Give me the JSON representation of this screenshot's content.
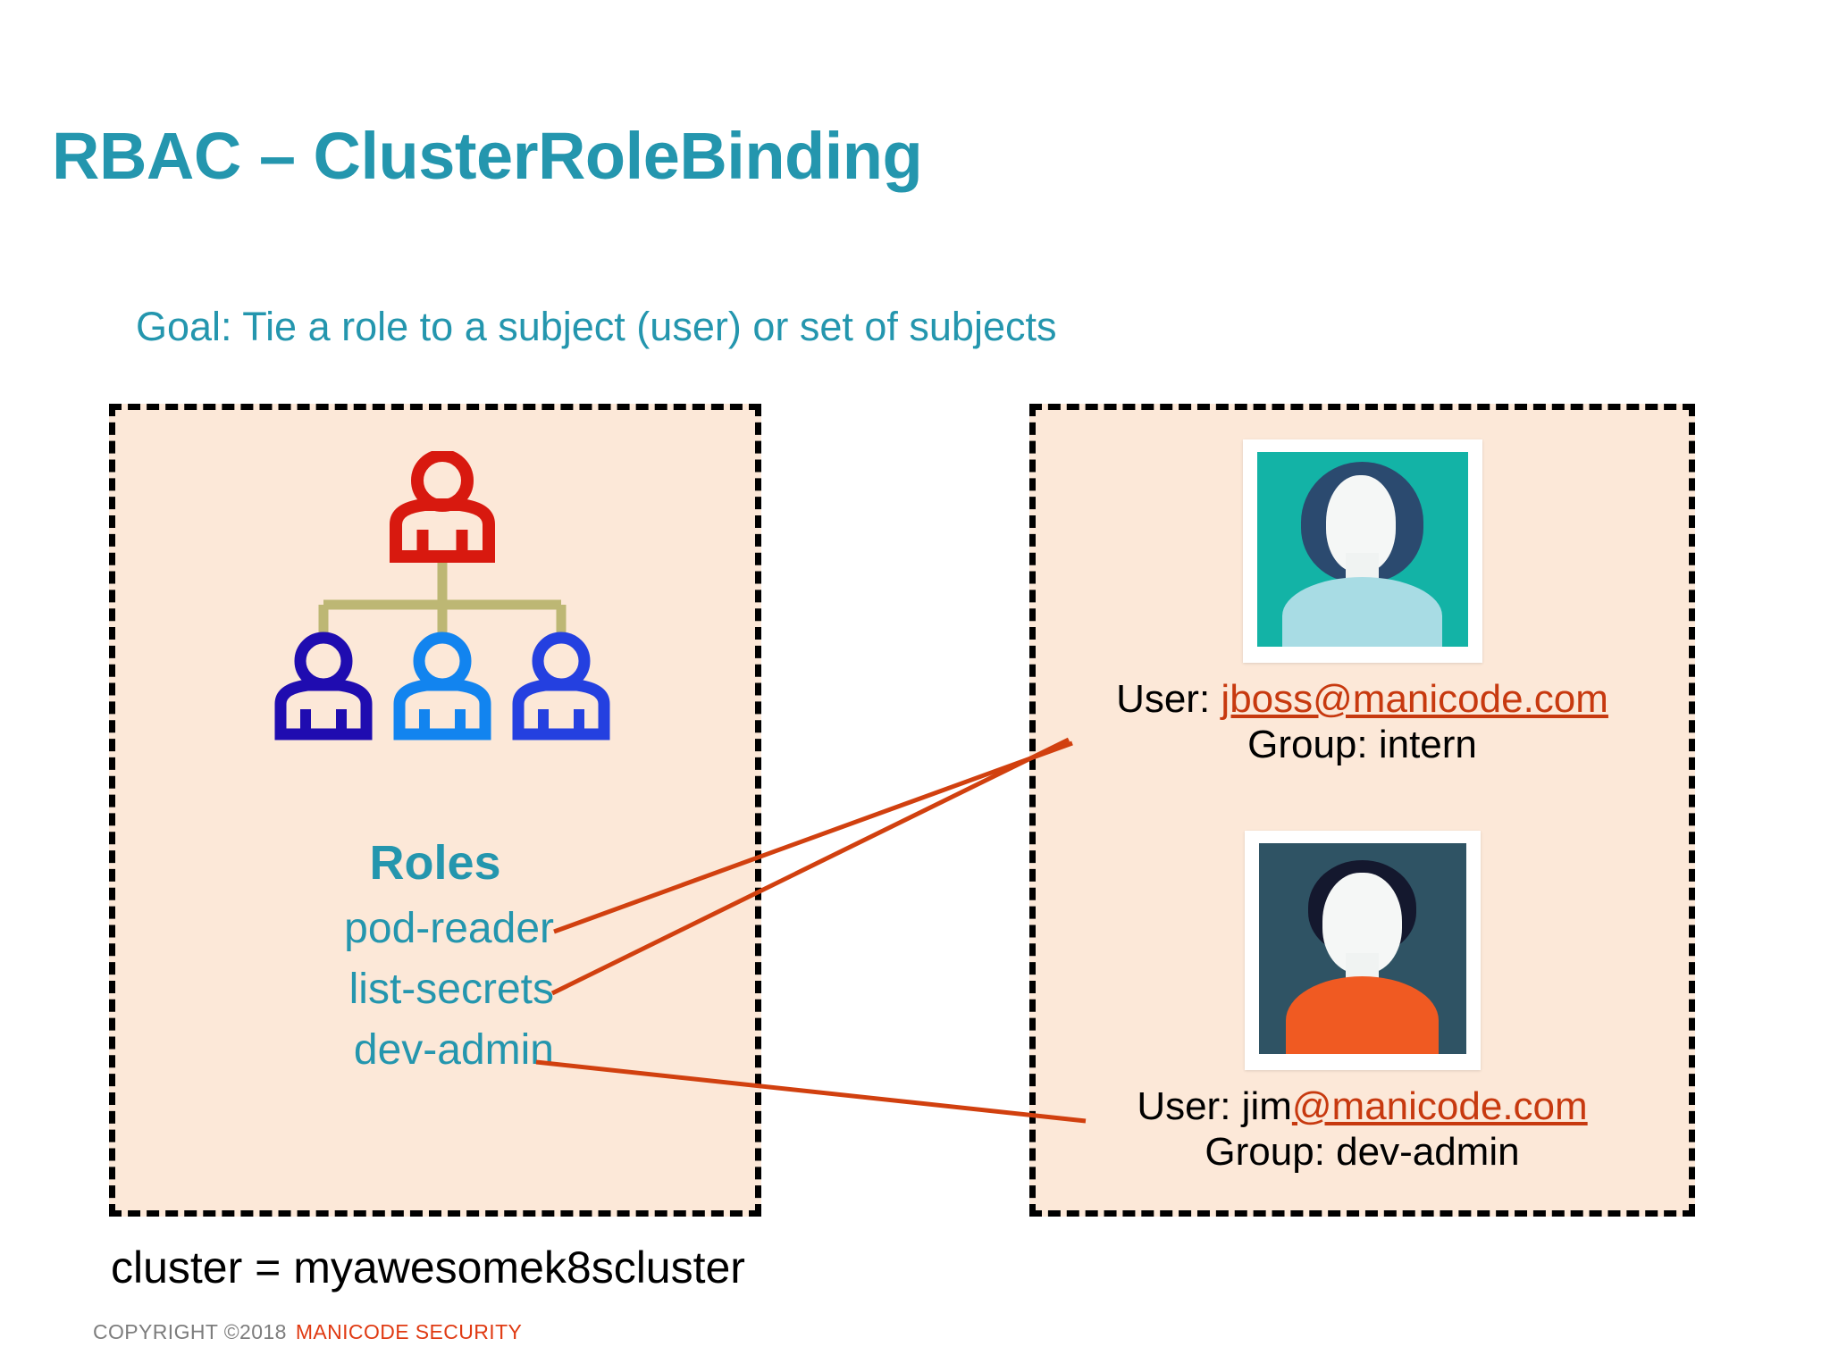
{
  "slide": {
    "title": "RBAC – ClusterRoleBinding",
    "goal": "Goal: Tie a role to a subject (user) or set of subjects",
    "cluster_caption": "cluster = myawesomek8scluster",
    "title_color": "#2496ae",
    "panel_fill": "#fce8d8",
    "panel_border_color": "#000000",
    "connector_color": "#d1400f"
  },
  "roles_panel": {
    "heading": "Roles",
    "hierarchy": {
      "parent_icon_name": "person-icon-red",
      "parent_color": "#d8190f",
      "connector_color": "#bdb774",
      "children": [
        {
          "icon_name": "person-icon-navy",
          "color": "#1f0cb0"
        },
        {
          "icon_name": "person-icon-bright-blue",
          "color": "#1284ef"
        },
        {
          "icon_name": "person-icon-blue",
          "color": "#2440e0"
        }
      ]
    },
    "roles": [
      {
        "name": "pod-reader"
      },
      {
        "name": "list-secrets"
      },
      {
        "name": "dev-admin"
      }
    ]
  },
  "subjects_panel": {
    "subjects": [
      {
        "photo": {
          "icon_name": "avatar-photo-female",
          "background": "#13b3a6",
          "hair_color": "#2b4a6f",
          "shirt_color": "#a8dce4"
        },
        "user_label": "User:",
        "user_name_plain": "",
        "user_email": "jboss@manicode.com",
        "group_line": "Group: intern"
      },
      {
        "photo": {
          "icon_name": "avatar-photo-male",
          "background": "#2f5364",
          "hair_color": "#14182e",
          "shirt_color": "#f05a22"
        },
        "user_label": "User:",
        "user_name_plain": "jim",
        "user_email": "@manicode.com",
        "group_line": "Group: dev-admin"
      }
    ]
  },
  "connectors": [
    {
      "from_role": "pod-reader",
      "to_subject": "jboss@manicode.com"
    },
    {
      "from_role": "list-secrets",
      "to_subject": "jboss@manicode.com"
    },
    {
      "from_role": "dev-admin",
      "to_subject": "jim@manicode.com"
    }
  ],
  "footer": {
    "copyright": "COPYRIGHT ©2018",
    "brand": "MANICODE SECURITY"
  }
}
